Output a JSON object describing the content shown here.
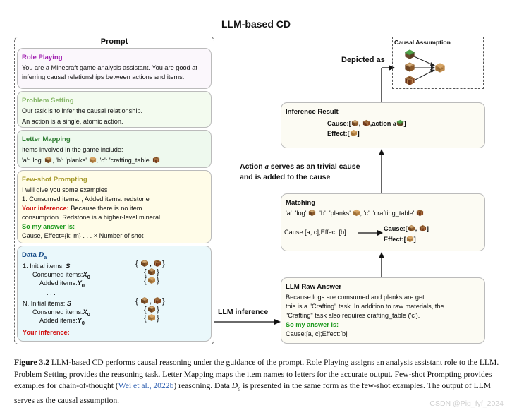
{
  "title": "LLM-based CD",
  "prompt": {
    "label": "Prompt",
    "role": {
      "heading": "Role Playing",
      "text": "You are a Minecraft game analysis assistant. You are good at inferring causal relationships between actions and items."
    },
    "problem": {
      "heading": "Problem Setting",
      "line1": "Our task is to infer the causal relationship.",
      "line2": "An action is a single, atomic action."
    },
    "letter": {
      "heading": "Letter Mapping",
      "line1": "Items involved in the game include:",
      "a": "'a': 'log'",
      "b": ", 'b': 'planks'",
      "c": ", 'c': 'crafting_table'",
      "tail": ", . . ."
    },
    "few": {
      "heading": "Few-shot Prompting",
      "line1": "I will give you some examples",
      "line2": "1. Consumed items: ; Added items: redstone",
      "inference_label": "Your inference:",
      "inference_text": " Because there is no item",
      "line4": "consumption. Redstone is a higher-level mineral, . . .",
      "answer_label": "So my answer is:",
      "line6": "Cause, Effect={k; m} . . . × Number of shot"
    },
    "data": {
      "heading": "Data",
      "heading_var": "D",
      "heading_sub": "a",
      "i1": "1. Initial items:",
      "v_s": "S",
      "consumed": "Consumed items:",
      "v_x": "X",
      "added": "Added items:",
      "v_y": "Y",
      "sub0": "0",
      "dots": ". . .",
      "iN": "N. Initial items:",
      "your_inference": "Your inference:"
    }
  },
  "llm_inference_label": "LLM inference",
  "raw": {
    "heading": "LLM Raw Answer",
    "line1": "Because logs are comsumed and planks are get.",
    "line2": "this is a \"Crafting\" task. In addition to raw materials, the",
    "line3": "\"Crafting\" task also requires crafting_table ('c').",
    "answer_label": "So my answer is:",
    "line5": "Cause:[a, c];Effect:[b]"
  },
  "matching": {
    "heading": "Matching",
    "a": "'a': 'log'",
    "b": ", 'b': 'planks'",
    "c": ", 'c': 'crafting_table'",
    "tail": ", . . .",
    "left": "Cause:[a, c];Effect:[b]",
    "cause": "Cause:[",
    "effect": "Effect:[",
    "close": "]"
  },
  "trivial_note": {
    "line1a": "Action ",
    "var": "a",
    "line1b": " serves as an trivial cause",
    "line2": "and is added to the cause"
  },
  "inference_result": {
    "heading": "Inference Result",
    "cause": "Cause:[",
    "action": ",action ",
    "var": "a",
    "effect": "Effect:[",
    "close": "]"
  },
  "depicted_as": "Depicted as",
  "causal_assumption": "Causal Assumption",
  "caption": {
    "label": "Figure 3.2",
    "part1": " LLM-based CD performs causal reasoning under the guidance of the prompt. Role Playing assigns an analysis assistant role to the LLM. Problem Setting provides the reasoning task. Letter Mapping maps the item names to letters for the accurate output. Few-shot Prompting provides examples for chain-of-thought (",
    "cite": "Wei et al., 2022b",
    "part2": ") reasoning. Data ",
    "var": "D",
    "sub": "a",
    "part3": " is presented in the same form as the few-shot examples. The output of LLM serves as the causal assumption."
  },
  "watermark": "CSDN @Pig_fyf_2024",
  "colors": {
    "log": "#8b5a2b",
    "planks": "#b8864b",
    "table": "#7a3f22",
    "grass": "#3f8f3a",
    "role": "#a01fb0",
    "problem": "#88b86a",
    "letter": "#2e7d32",
    "few": "#a79a2c",
    "data": "#1a4f8a",
    "red": "#d01010",
    "green": "#1f9a1f"
  }
}
